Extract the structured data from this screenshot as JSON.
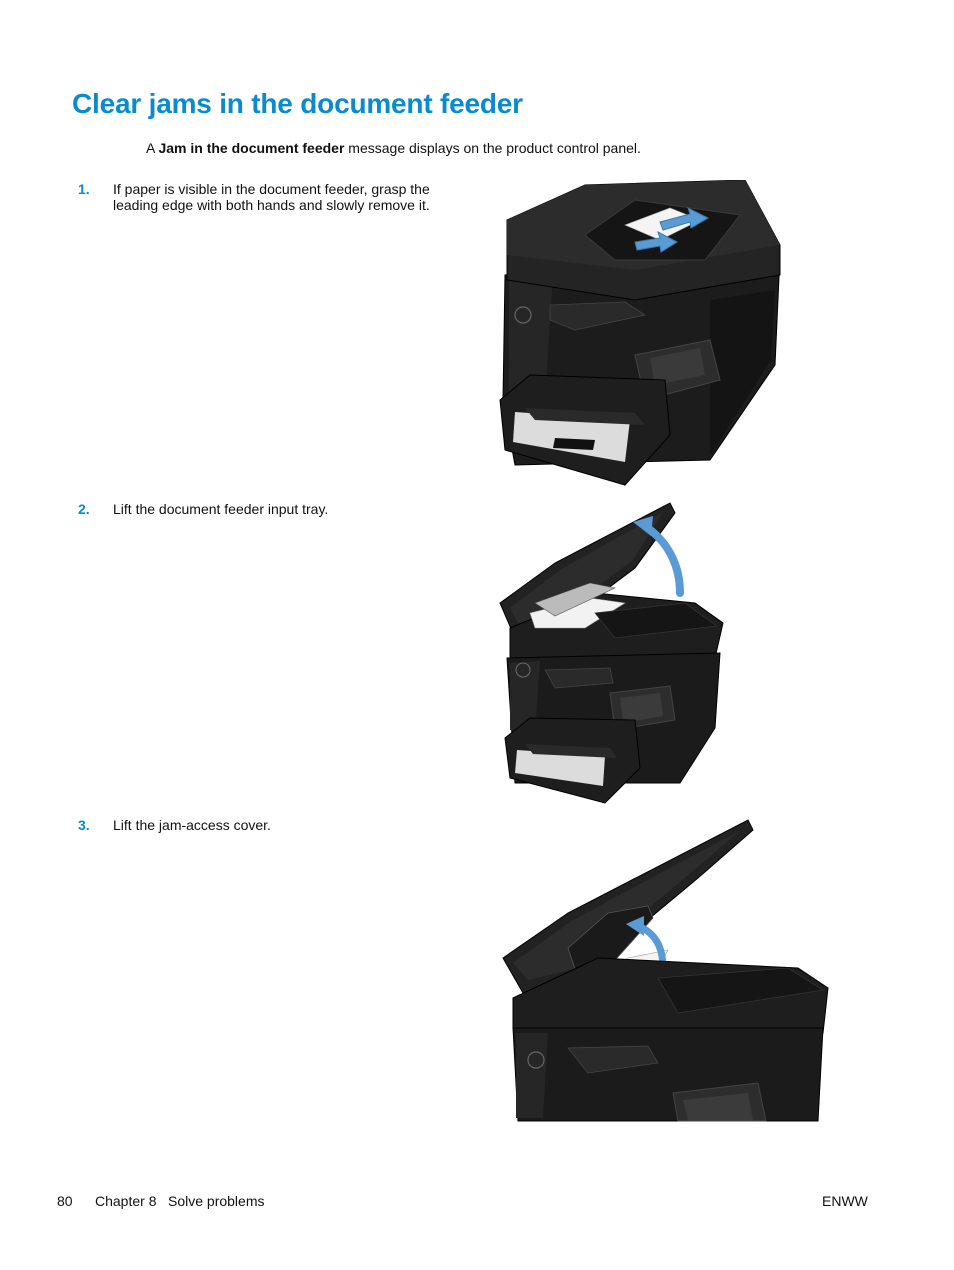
{
  "page": {
    "title": "Clear jams in the document feeder",
    "intro": {
      "prefix": "A ",
      "bold": "Jam in the document feeder",
      "suffix": " message displays on the product control panel."
    }
  },
  "steps": [
    {
      "number": "1.",
      "text": "If paper is visible in the document feeder, grasp the leading edge with both hands and slowly remove it."
    },
    {
      "number": "2.",
      "text": "Lift the document feeder input tray."
    },
    {
      "number": "3.",
      "text": "Lift the jam-access cover."
    }
  ],
  "figures": [
    {
      "icon": "printer-remove-paper-illustration"
    },
    {
      "icon": "printer-lift-input-tray-illustration"
    },
    {
      "icon": "printer-lift-jam-cover-illustration"
    }
  ],
  "colors": {
    "accent": "#0a8ad1",
    "arrow": "#5b9bd5",
    "printer": "#1b1b1b"
  },
  "footer": {
    "page_number": "80",
    "chapter": "Chapter 8",
    "section": "Solve problems",
    "right": "ENWW"
  }
}
